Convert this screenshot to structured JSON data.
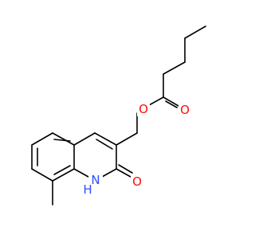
{
  "atoms": {
    "ester_oxygen": {
      "symbol": "O",
      "color": "#ff0d0d"
    },
    "carbonyl_oxygen_ester": {
      "symbol": "O",
      "color": "#ff0d0d"
    },
    "carbonyl_oxygen_ring": {
      "symbol": "O",
      "color": "#ff0d0d"
    },
    "ring_nitrogen": {
      "symbol": "N",
      "color": "#3050f8"
    },
    "ring_nitrogen_hydrogen": {
      "symbol": "H",
      "color": "#3050f8"
    }
  },
  "colors": {
    "bond": "#000000",
    "oxygen": "#ff0d0d",
    "nitrogen": "#3050f8",
    "background": "#ffffff"
  }
}
